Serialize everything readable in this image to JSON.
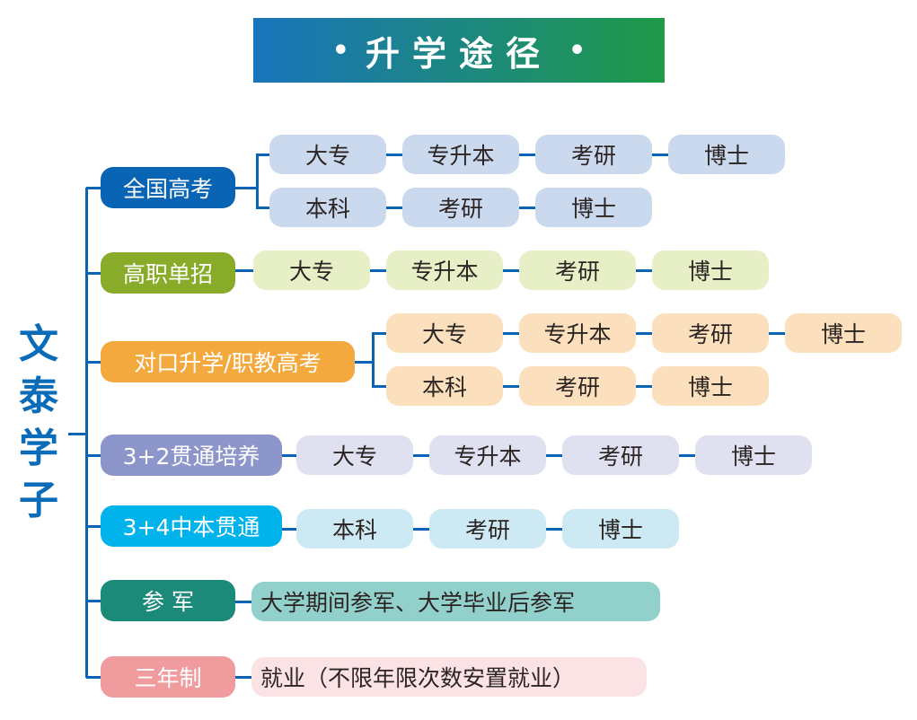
{
  "title": {
    "text": "升学途径",
    "bullet": "•",
    "colors": [
      "#1a74bc",
      "#1f9a47"
    ]
  },
  "side_title": [
    "文",
    "泰",
    "学",
    "子"
  ],
  "line_color": "#0a64b4",
  "categories": [
    {
      "label": "全国高考",
      "color": "#0a64b4",
      "box_color": "#cbd9ef",
      "rows": [
        [
          "大专",
          "专升本",
          "考研",
          "博士"
        ],
        [
          "本科",
          "考研",
          "博士"
        ]
      ]
    },
    {
      "label": "高职单招",
      "color": "#88ab2a",
      "box_color": "#e6efc6",
      "rows": [
        [
          "大专",
          "专升本",
          "考研",
          "博士"
        ]
      ]
    },
    {
      "label": "对口升学/职教高考",
      "color": "#f4a93e",
      "box_color": "#fce0bd",
      "rows": [
        [
          "大专",
          "专升本",
          "考研",
          "博士"
        ],
        [
          "本科",
          "考研",
          "博士"
        ]
      ]
    },
    {
      "label": "3+2贯通培养",
      "color": "#8d96cb",
      "box_color": "#dfe1f1",
      "rows": [
        [
          "大专",
          "专升本",
          "考研",
          "博士"
        ]
      ]
    },
    {
      "label": "3+4中本贯通",
      "color": "#00b3ea",
      "box_color": "#cde9f4",
      "rows": [
        [
          "本科",
          "考研",
          "博士"
        ]
      ]
    },
    {
      "label": "参 军",
      "color": "#1b8a78",
      "box_color": "#92d0cc",
      "rows": [
        [
          "大学期间参军、大学毕业后参军"
        ]
      ]
    },
    {
      "label": "三年制",
      "color": "#f09c9f",
      "box_color": "#fbe3e5",
      "rows": [
        [
          "就业（不限年限次数安置就业）"
        ]
      ]
    }
  ]
}
